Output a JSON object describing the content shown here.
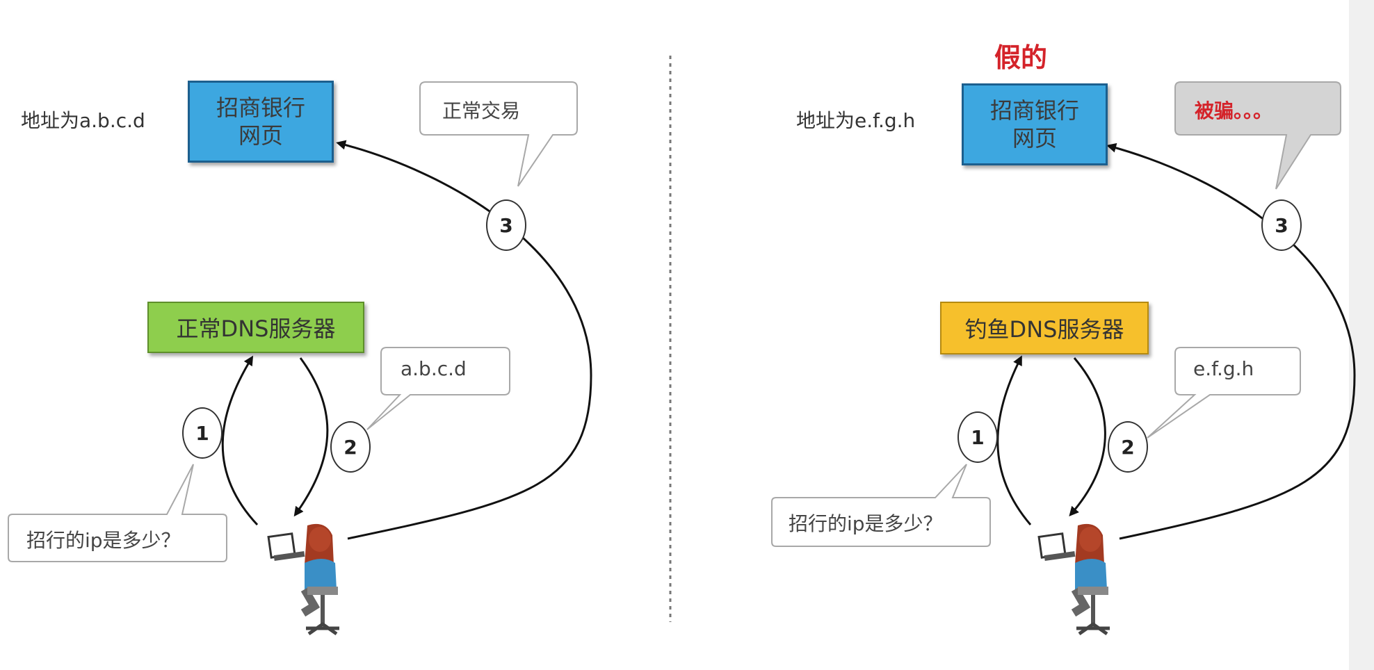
{
  "left": {
    "address": "地址为a.b.c.d",
    "bank_line1": "招商银行",
    "bank_line2": "网页",
    "bubble_trade": "正常交易",
    "dns": "正常DNS服务器",
    "bubble_ip": "a.b.c.d",
    "question": "招行的ip是多少？",
    "steps": [
      "1",
      "2",
      "3"
    ]
  },
  "right": {
    "fake": "假的",
    "address": "地址为e.f.g.h",
    "bank_line1": "招商银行",
    "bank_line2": "网页",
    "bubble_trade": "被骗。。。",
    "dns": "钓鱼DNS服务器",
    "bubble_ip": "e.f.g.h",
    "question": "招行的ip是多少？",
    "steps": [
      "1",
      "2",
      "3"
    ]
  },
  "colors": {
    "bank": "#3da7e0",
    "dns_normal": "#8ece4d",
    "dns_phishing": "#f6c02c",
    "fake_text": "#d4232a"
  }
}
